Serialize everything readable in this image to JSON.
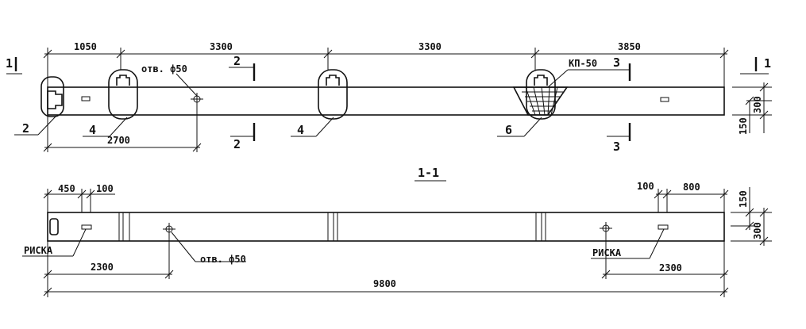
{
  "top_dims": [
    "1050",
    "3300",
    "3300",
    "3850"
  ],
  "dim_2700": "2700",
  "dim_300": "300",
  "dim_150": "150",
  "hole_label": "отв. ф50",
  "kp_label": "КП-50",
  "callouts": [
    "2",
    "4",
    "4",
    "6"
  ],
  "section_1": "1",
  "section_2": "2",
  "section_3": "3",
  "section_title": "1-1",
  "bottom_dims": {
    "d450": "450",
    "d100": "100",
    "d800": "800",
    "d2300": "2300",
    "d9800": "9800"
  },
  "riska_label": "РИСКА",
  "colors": {
    "line": "#111111",
    "background": "#ffffff"
  }
}
